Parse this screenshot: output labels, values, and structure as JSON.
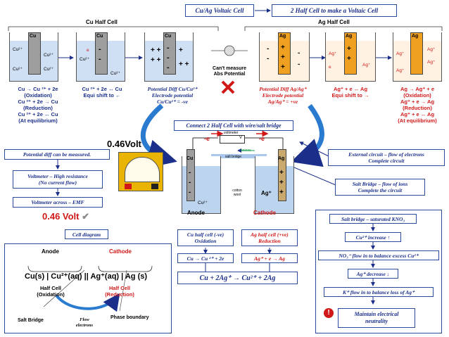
{
  "header": {
    "voltaic_title": "Cu/Ag Voltaic Cell",
    "half_cells_title": "2 Half Cell to make a Voltaic Cell",
    "cu_half_cell": "Cu Half Cell",
    "ag_half_cell": "Ag Half Cell"
  },
  "beakers": {
    "cu_label": "Cu",
    "ag_label": "Ag",
    "cu_ion": "Cu²⁺",
    "ag_ion": "Ag⁺",
    "electron": "e"
  },
  "cu_eq": {
    "line1": "Cu → Cu ²⁺ + 2e",
    "line2": "(Oxidation)",
    "line3": "Cu ²⁺ + 2e → Cu",
    "line4": "(Reduction)",
    "line5": "Cu ²⁺ + 2e ↔ Cu",
    "line6": "(At equilibrium)"
  },
  "cu_shift": {
    "line1": "Cu ²⁺ + 2e ↔ Cu",
    "line2": "Equi shift to ←"
  },
  "cu_potential": {
    "line1": "Potential Diff Cu/Cu²⁺",
    "line2": "Electrode potential",
    "line3": "Cu/Cu²⁺ = -ve"
  },
  "cant_measure": {
    "line1": "Can't measure",
    "line2": "Abs Potential"
  },
  "ag_potential": {
    "line1": "Potential Diff Ag/Ag⁺",
    "line2": "Electrode potential",
    "line3": "Ag/Ag⁺ = +ve"
  },
  "ag_shift": {
    "line1": "Ag⁺ + e ↔ Ag",
    "line2": "Equi shift to →"
  },
  "ag_eq": {
    "line1": "Ag → Ag⁺ + e",
    "line2": "(Oxidation)",
    "line3": "Ag⁺ + e → Ag",
    "line4": "(Reduction)",
    "line5": "Ag⁺ + e ↔ Ag",
    "line6": "(At equilibrium)"
  },
  "connect": "Connect 2 Half Cell with wire/salt bridge",
  "volt_big": "0.46Volt",
  "potential_measured": "Potential diff can be measured.",
  "voltmeter_box": {
    "line1": "Voltmeter – High resistance",
    "line2": "(No current flow)"
  },
  "voltmeter_emf": "Voltmeter across – EMF",
  "volt_result": "0.46 Volt",
  "check_mark": "✔",
  "apparatus": {
    "electron_left": "-e",
    "electron_right": "-e",
    "voltmeter": "voltmeter",
    "v": "V",
    "anions": "anions",
    "salt_bridge": "salt bridge",
    "cu": "Cu",
    "ag": "Ag",
    "cotton": "cotton",
    "wool": "wool",
    "cu_ion": "Cu²⁺",
    "ag_ion": "Ag⁺",
    "anode": "Anode",
    "cathode": "Cathode"
  },
  "external_circuit": {
    "line1": "External circuit – flow of electrons",
    "line2": "Complete circuit"
  },
  "salt_bridge_box": {
    "line1": "Salt Bridge – flow of ions",
    "line2": "Complete the circuit"
  },
  "cu_half_box": {
    "line1": "Cu half cell (-ve)",
    "line2": "Oxidation"
  },
  "ag_half_box": {
    "line1": "Ag half cell (+ve)",
    "line2": "Reduction"
  },
  "cu_reaction": "Cu → Cu ²⁺ + 2e",
  "ag_reaction": "Ag⁺ + e → Ag",
  "overall": "Cu + 2Ag⁺ → Cu²⁺ + 2Ag",
  "cell_diagram": {
    "title": "Cell diagram",
    "anode": "Anode",
    "cathode": "Cathode",
    "notation": "Cu(s) | Cu²⁺(aq) || Ag⁺(aq) | Ag (s)",
    "half_left_1": "Half Cell",
    "half_left_2": "(Oxidation)",
    "half_right_1": "Half Cell",
    "half_right_2": "(Reduction)",
    "salt_bridge": "Salt Bridge",
    "flow_1": "Flow",
    "flow_2": "electrons",
    "phase": "Phase boundary"
  },
  "salt_panel": {
    "title": "Salt bridge – saturated KNO₃",
    "cu_increase": "Cu²⁺ increase ↑",
    "no3": "NO₃⁻ flow in to balance excess Cu²⁺",
    "ag_decrease": "Ag⁺ decrease ↓",
    "k_flow": "K⁺ flow in to balance loss of Ag⁺",
    "warning_icon": "!",
    "maintain_1": "Maintain electrical",
    "maintain_2": "neutrality"
  },
  "colors": {
    "border": "#2a4a9a",
    "red": "#d01818",
    "blue": "#1a2e8a",
    "cu_electrode": "#9e9e9e",
    "ag_electrode": "#f0a020"
  }
}
